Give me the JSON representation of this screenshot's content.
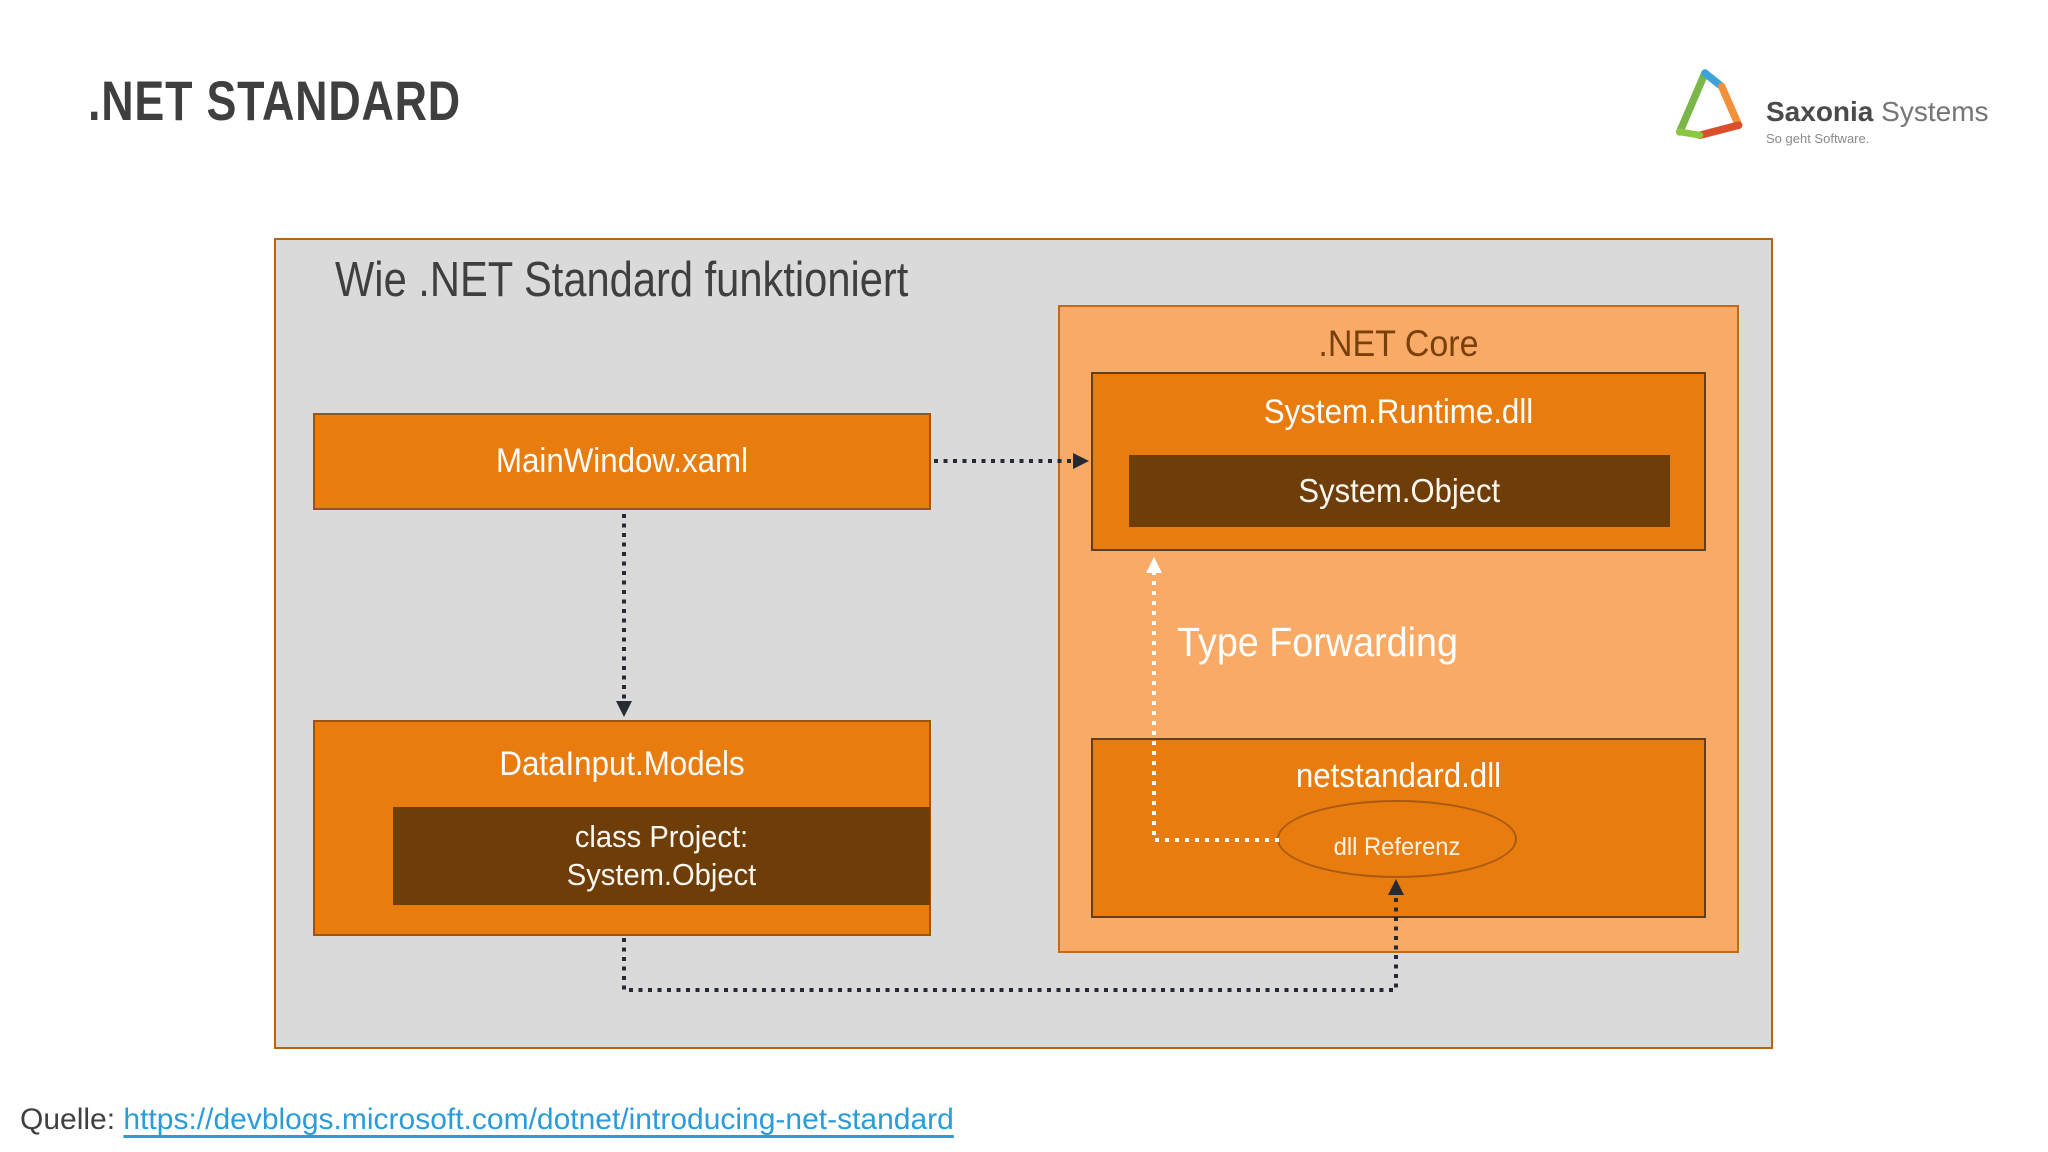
{
  "slide": {
    "title": ".NET STANDARD",
    "source_label": "Quelle:",
    "source_url": "https://devblogs.microsoft.com/dotnet/introducing-net-standard"
  },
  "logo": {
    "icon": "saxonia-triangle-logo",
    "brand_bold": "Saxonia",
    "brand_light": "Systems",
    "tagline": "So geht Software."
  },
  "diagram": {
    "heading": "Wie .NET Standard funktioniert",
    "main_window_box": "MainWindow.xaml",
    "data_input_box": "DataInput.Models",
    "class_project_line1": "class Project:",
    "class_project_line2": "System.Object",
    "net_core": {
      "title": ".NET Core",
      "runtime_box": "System.Runtime.dll",
      "system_object_box": "System.Object",
      "type_forwarding_label": "Type Forwarding",
      "netstandard_box": "netstandard.dll",
      "dll_reference_label": "dll Referenz"
    }
  },
  "colors": {
    "orange": "#E97C0E",
    "light_orange": "#F9AA66",
    "dark_brown": "#6E3D08",
    "panel_gray": "#DBDADA",
    "panel_border": "#B96410",
    "box_border": "#9C5410",
    "netcore_border": "#C06A1A",
    "arrow_dark": "#262A33",
    "link_blue": "#2B9CD8",
    "text_dark": "#3F3F3F",
    "brown_text": "#7A4009"
  }
}
